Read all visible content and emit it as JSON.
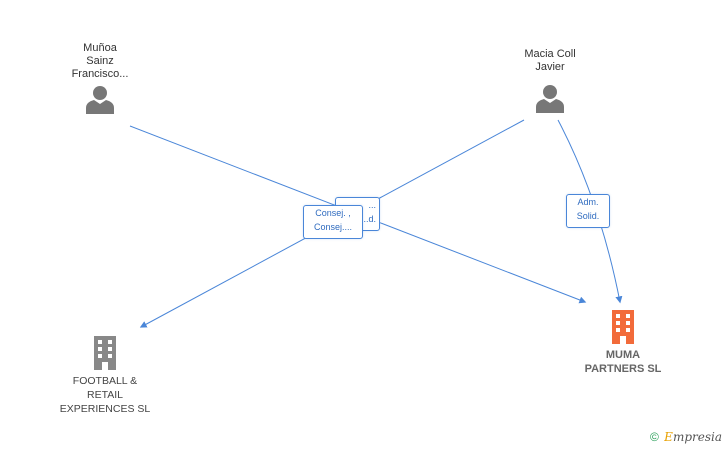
{
  "people": [
    {
      "id": "munoa",
      "lines": [
        "Muñoa",
        "Sainz",
        "Francisco..."
      ]
    },
    {
      "id": "macia",
      "lines": [
        "Macia Coll",
        "Javier"
      ]
    }
  ],
  "companies": [
    {
      "id": "football",
      "lines": [
        "FOOTBALL &",
        "RETAIL",
        "EXPERIENCES SL"
      ]
    },
    {
      "id": "muma",
      "lines": [
        "MUMA",
        "PARTNERS SL"
      ]
    }
  ],
  "edge_labels": {
    "back": [
      "...",
      "...d."
    ],
    "front": [
      "Consej. ,",
      "Consej...."
    ],
    "adm": [
      "Adm.",
      "Solid."
    ]
  },
  "colors": {
    "edge": "#4a86d8",
    "person_icon": "#777777",
    "company_icon": "#888888",
    "highlight_company": "#f26b3a"
  },
  "footer": {
    "copyright": "©",
    "brand_first": "E",
    "brand_rest": "mpresia"
  }
}
